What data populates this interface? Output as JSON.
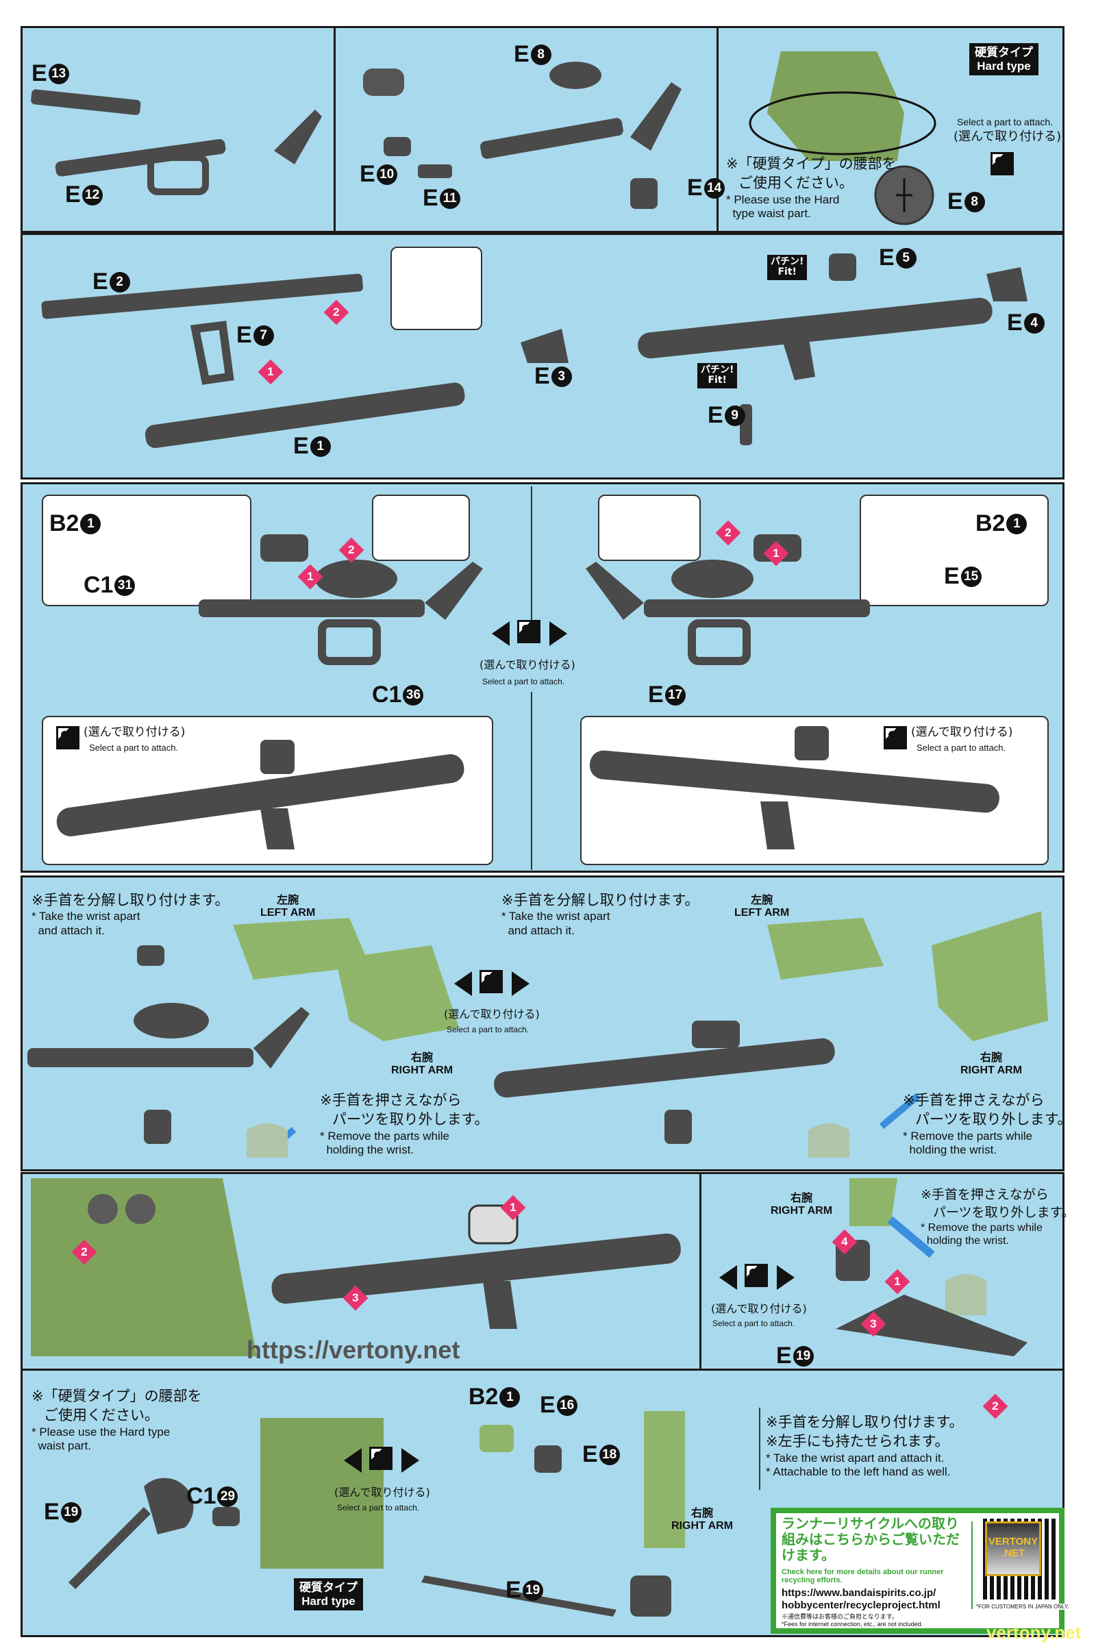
{
  "labels": {
    "r1": {
      "e13": [
        "E",
        "13"
      ],
      "e12": [
        "E",
        "12"
      ],
      "e8": [
        "E",
        "8"
      ],
      "e10": [
        "E",
        "10"
      ],
      "e11": [
        "E",
        "11"
      ],
      "e14": [
        "E",
        "14"
      ],
      "e8b": [
        "E",
        "8"
      ]
    },
    "r2": {
      "e2": [
        "E",
        "2"
      ],
      "e7": [
        "E",
        "7"
      ],
      "e1": [
        "E",
        "1"
      ],
      "e3": [
        "E",
        "3"
      ],
      "e5": [
        "E",
        "5"
      ],
      "e4": [
        "E",
        "4"
      ],
      "e9": [
        "E",
        "9"
      ]
    },
    "r3": {
      "b2l": [
        "B2",
        "1"
      ],
      "c131": [
        "C1",
        "31"
      ],
      "c136": [
        "C1",
        "36"
      ],
      "b2r": [
        "B2",
        "1"
      ],
      "e15": [
        "E",
        "15"
      ],
      "e17": [
        "E",
        "17"
      ]
    },
    "r5": {
      "e19": [
        "E",
        "19"
      ]
    },
    "r6": {
      "e19a": [
        "E",
        "19"
      ],
      "c129": [
        "C1",
        "29"
      ],
      "b2": [
        "B2",
        "1"
      ],
      "e16": [
        "E",
        "16"
      ],
      "e18": [
        "E",
        "18"
      ],
      "e19b": [
        "E",
        "19"
      ]
    }
  },
  "text": {
    "hard_type_jp": "硬質タイプ",
    "hard_type_en": "Hard type",
    "select_jp": "(選んで取り付ける)",
    "select_en": "Select a part to attach.",
    "use_hard_jp1": "※「硬質タイプ」の腰部を",
    "use_hard_jp2": "ご使用ください。",
    "use_hard_en_r1": "* Please use the Hard\n  type waist part.",
    "use_hard_en_r6": "* Please use the Hard type\n  waist part.",
    "fit": "パチン!",
    "fit_en": "Fit!",
    "wrist_apart_jp": "※手首を分解し取り付けます。",
    "wrist_apart_en": "* Take the wrist apart\n  and attach it.",
    "left_arm_jp": "左腕",
    "left_arm_en": "LEFT ARM",
    "right_arm_jp": "右腕",
    "right_arm_en": "RIGHT ARM",
    "hold_wrist_jp1": "※手首を押さえながら",
    "hold_wrist_jp2": "パーツを取り外します。",
    "hold_wrist_en": "* Remove the parts while\n  holding the wrist.",
    "left_hand_jp": "※左手にも持たせられます。",
    "wrist_left_en": "* Take the wrist apart and attach it.\n* Attachable to the left hand as well."
  },
  "steps": [
    "1",
    "2",
    "3",
    "4"
  ],
  "recycle": {
    "title_jp": "ランナーリサイクルへの取り組みはこちらからご覧いただけます。",
    "title_en": "Check here for more details about our runner recycling efforts.",
    "url1": "https://www.bandaispirits.co.jp/",
    "url2": "hobbycenter/recycleproject.html",
    "fee_jp": "※通信費等はお客様のご負担となります。",
    "fee_en": "*Fees for internet connection, etc., are not included.",
    "japan_only": "*FOR CUSTOMERS IN JAPAN ONLY."
  },
  "watermark": {
    "url": "https://vertony.net",
    "badge": "VERTONY .NET",
    "corner": "vertony.net"
  },
  "colors": {
    "bg": "#a9d9ec",
    "part_dark": "#4a4a4a",
    "part_green": "#8fb56a",
    "accent": "#e8336f",
    "recycle": "#3aa535"
  }
}
